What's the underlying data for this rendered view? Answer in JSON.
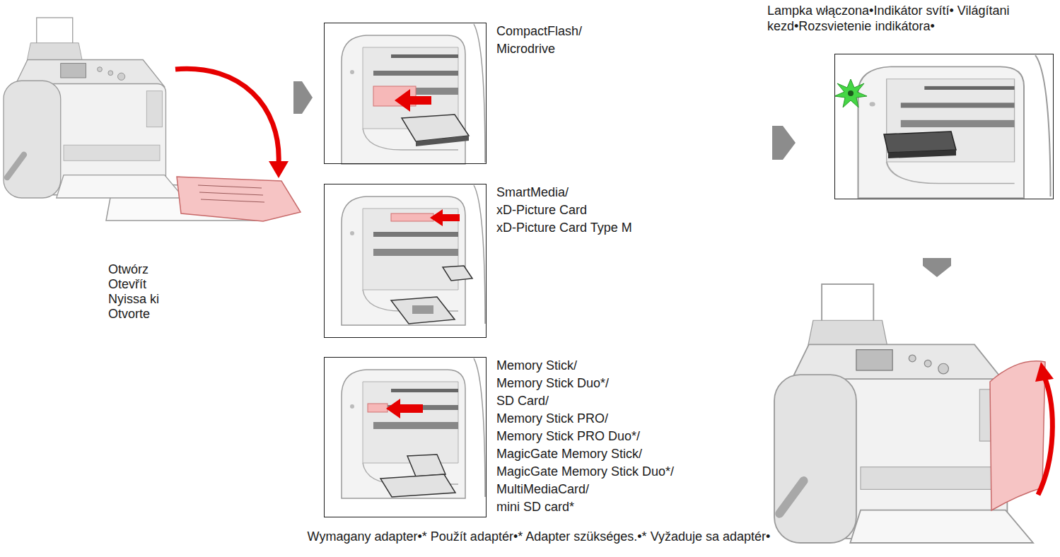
{
  "diagram": {
    "nodes": [
      {
        "text": [
          "CompactFlash/",
          "Microdrive"
        ]
      },
      {
        "text": [
          "SmartMedia/",
          "xD-Picture Card",
          "xD-Picture Card Type M"
        ]
      },
      {
        "text": [
          "Memory Stick/",
          "Memory Stick Duo*/",
          "SD Card/",
          "Memory Stick PRO/",
          "Memory Stick PRO Duo*/",
          "MagicGate Memory Stick/",
          "MagicGate Memory Stick Duo*/",
          "MultiMediaCard/",
          "mini SD card*"
        ]
      },
      {
        "text": [
          "Lampka włączona•Indikátor svítí• Világítani kezd•Rozsvietenie indikátora•"
        ]
      }
    ],
    "labels": [
      "Otwórz",
      "Otevřít",
      "Nyissa ki",
      "Otvorte",
      "Wymagany adapter•* Použít adaptér•* Adapter szükséges.•* Vyžaduje sa adaptér•"
    ]
  }
}
